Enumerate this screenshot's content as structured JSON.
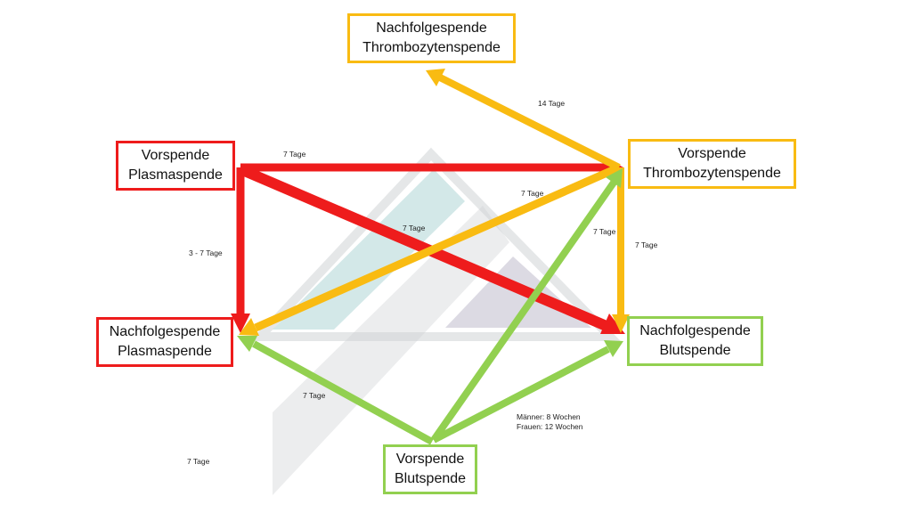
{
  "colors": {
    "plasma": "#ee1c1c",
    "thrombo": "#f9bb12",
    "blut": "#92d050",
    "watermark_gray": "#cfd3d5",
    "watermark_teal": "#b5d8d8",
    "watermark_purple": "#c4c1d1"
  },
  "nodes": {
    "nachfolge_thrombo": {
      "line1": "Nachfolgespende",
      "line2": "Thrombozytenspende"
    },
    "vor_plasma": {
      "line1": "Vorspende",
      "line2": "Plasmaspende"
    },
    "vor_thrombo": {
      "line1": "Vorspende",
      "line2": "Thrombozytenspende"
    },
    "nachfolge_plasma": {
      "line1": "Nachfolgespende",
      "line2": "Plasmaspende"
    },
    "nachfolge_blut": {
      "line1": "Nachfolgespende",
      "line2": "Blutspende"
    },
    "vor_blut": {
      "line1": "Vorspende",
      "line2": "Blutspende"
    }
  },
  "labels": {
    "thrombo_to_nachfolge_thrombo": "14 Tage",
    "plasma_to_thrombo": "7 Tage",
    "thrombo_to_nachfolge_plasma": "7 Tage",
    "plasma_to_nachfolge_blut": "7 Tage",
    "plasma_to_nachfolge_plasma": "3 - 7 Tage",
    "blut_to_thrombo": "7 Tage",
    "thrombo_to_nachfolge_blut": "7 Tage",
    "blut_to_nachfolge_plasma": "7 Tage",
    "blut_to_nachfolge_blut_1": "Männer: 8 Wochen",
    "blut_to_nachfolge_blut_2": "Frauen: 12 Wochen",
    "bottom_left": "7 Tage"
  }
}
